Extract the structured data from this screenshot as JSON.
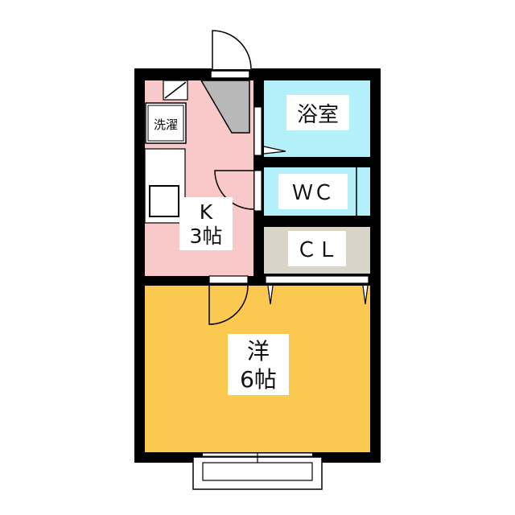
{
  "rooms": {
    "kitchen": {
      "name": "K",
      "size": "3帖",
      "color": "#f9c9c9"
    },
    "bath": {
      "name": "浴室",
      "color": "#b3f0fa"
    },
    "wc": {
      "name": "ＷＣ",
      "color": "#b3f0fa"
    },
    "closet": {
      "name": "ＣＬ",
      "color": "#d8d4c8"
    },
    "western": {
      "name": "洋",
      "size": "6帖",
      "color": "#fbc850"
    },
    "laundry": {
      "name": "洗濯"
    }
  },
  "colors": {
    "wall": "#000000",
    "entrance": "#b8b8b8"
  }
}
